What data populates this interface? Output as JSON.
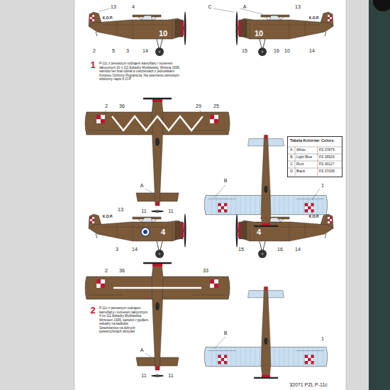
{
  "diagram": {
    "nodes": [
      {
        "text": [
          "Tabela Kolorów: Colors:"
        ]
      }
    ],
    "labels": [
      "1",
      "10",
      "10",
      "K.O.P.",
      "K.O.P.",
      "13",
      "4",
      "2",
      "5",
      "3",
      "14",
      "C",
      "A",
      "13",
      "15",
      "16",
      "10",
      "14",
      "P-11c z pierwszym rodzajem kamuflażu i numerem taktycznym 10 z 111 Eskadry Myśliwskiej. Wiosną 1939, samolot ten brał udział w ćwiczeniach z jednostkami Korpusu Ochrony Pogranicza. Na usterzeniu pionowym widoczny napis K.O.P.",
      "2",
      "36",
      "29",
      "25",
      "A",
      "11",
      "11",
      "B",
      "1",
      "A",
      "White",
      "FS 37875",
      "B",
      "Light Blue",
      "FS 35526",
      "C",
      "Rust",
      "FS 30117",
      "D",
      "Black",
      "FS 37038",
      "2",
      "4",
      "4",
      "K.O.P.",
      "K.O.P.",
      "13",
      "3",
      "14",
      "15",
      "16",
      "14",
      "P-11c z pierwszym rodzajem kamuflażu i numerem taktycznym 4 ze 111 Eskadry Myśliwskiej. Wrzesień 1939, samolot z godłem eskadry na kadłubie. Szachownice na dolnych powierzchniach skrzydeł.",
      "2",
      "36",
      "33",
      "A",
      "11",
      "11",
      "B",
      "1",
      "32071 PZL P-11c"
    ]
  }
}
